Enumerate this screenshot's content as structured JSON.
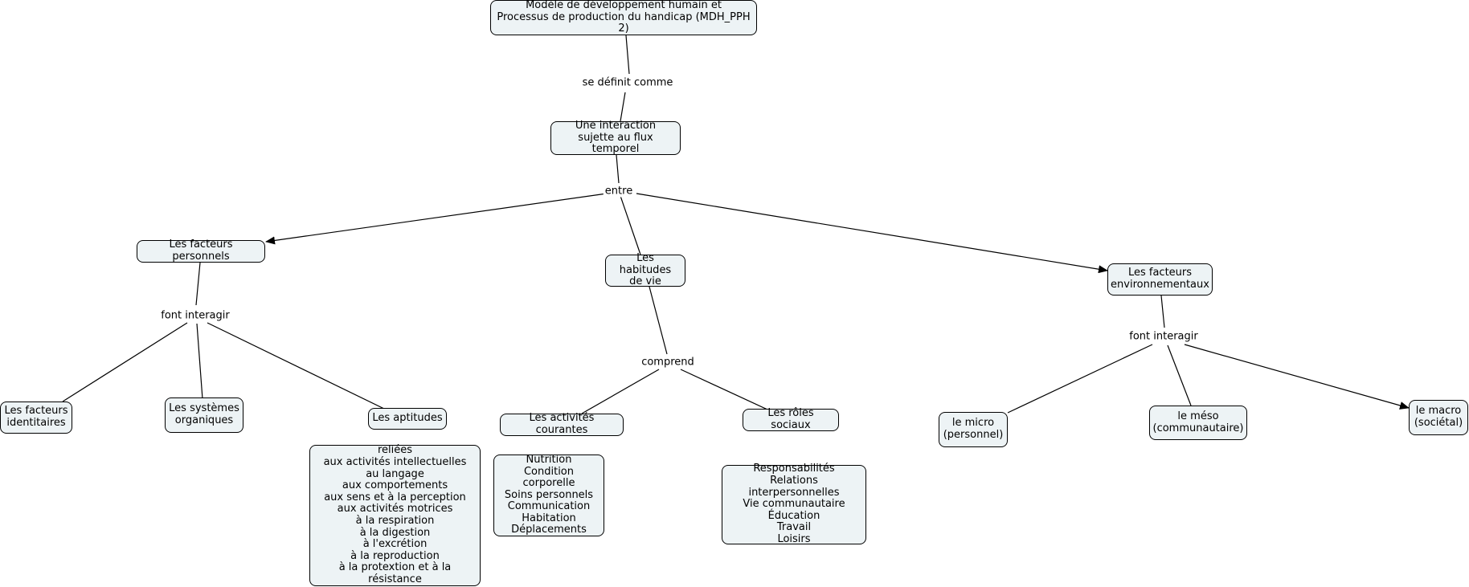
{
  "nodes": {
    "root": "Modèle de développement humain et\nProcessus de production du handicap (MDH_PPH 2)",
    "interaction": "Une interaction\nsujette au flux temporel",
    "facteurs_personnels": "Les facteurs personnels",
    "habitudes_vie": "Les habitudes\nde vie",
    "facteurs_environnementaux": "Les facteurs\nenvironnementaux",
    "facteurs_identitaires": "Les facteurs\nidentitaires",
    "systemes_organiques": "Les systèmes\norganiques",
    "aptitudes": "Les aptitudes",
    "activites_courantes": "Les activités courantes",
    "roles_sociaux": "Les rôles sociaux",
    "micro": "le micro\n(personnel)",
    "meso": "le méso\n(communautaire)",
    "macro": "le macro\n(sociétal)",
    "aptitudes_detail": "reliées\naux activités intellectuelles\nau langage\naux comportements\naux sens et à la perception\naux activités motrices\nà la respiration\nà la digestion\nà l'excrétion\nà la reproduction\nà la protextion et à la résistance",
    "activites_detail": "Nutrition\nCondition corporelle\nSoins personnels\nCommunication\nHabitation\nDéplacements",
    "roles_detail": "Responsabilités\nRelations interpersonnelles\nVie communautaire\nÉducation\nTravail\nLoisirs"
  },
  "links": {
    "se_definit": "se définit comme",
    "entre": "entre",
    "font_interagir_1": "font interagir",
    "comprend": "comprend",
    "font_interagir_2": "font interagir"
  },
  "colors": {
    "node_fill": "#edf3f5",
    "stroke": "#000000"
  }
}
